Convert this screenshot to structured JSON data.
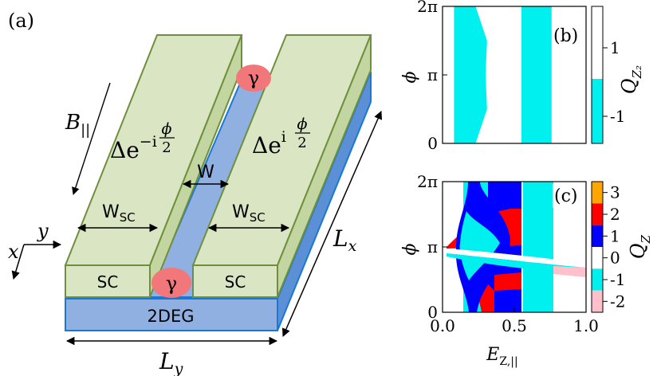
{
  "panel_a": {
    "label": "(a)",
    "gap_left": "Δe",
    "gap_left_exp": "−i",
    "gap_right": "Δe",
    "gap_right_exp": "i",
    "phase_num": "ϕ",
    "phase_den": "2",
    "field_main": "B",
    "field_sub": "||",
    "width_label": "W",
    "wsc_main": "W",
    "wsc_sub": "SC",
    "sc_label": "SC",
    "deg_label": "2DEG",
    "majorana": "γ",
    "lx_main": "L",
    "lx_sub": "x",
    "ly_main": "L",
    "ly_sub": "y",
    "axis_x": "x",
    "axis_y": "y"
  },
  "colors": {
    "sc_face": "#d9e5c3",
    "sc_edge": "#6f8f3c",
    "deg_face": "#8fb0e0",
    "deg_edge": "#1a78d4",
    "majorana": "#f2777a",
    "cyan": "#00f0f0",
    "red": "#ff0000",
    "blue": "#0000ff",
    "pink": "#ffc0cb",
    "orange": "#ffa500"
  },
  "chart_data": [
    {
      "type": "heatmap",
      "panel": "(b)",
      "ylabel": "ϕ",
      "ylim": [
        0,
        6.2832
      ],
      "yticks": [
        "0",
        "π",
        "2π"
      ],
      "colorbar_label_main": "Q",
      "colorbar_label_sub": "Z₂",
      "colorbar_ticks": [
        "1",
        "-1"
      ],
      "colorbar_values": [
        1,
        -1
      ],
      "colorbar_colors": [
        "#ffffff",
        "#00f0f0"
      ],
      "regions": [
        {
          "value": -1,
          "x_profile": [
            [
              0,
              0.08,
              0.23
            ],
            [
              1.5708,
              0.08,
              0.31
            ],
            [
              3.1416,
              0.08,
              0.3
            ],
            [
              4.7124,
              0.08,
              0.31
            ],
            [
              6.2832,
              0.08,
              0.23
            ]
          ]
        },
        {
          "value": -1,
          "x_profile": [
            [
              0,
              0.55,
              0.76
            ],
            [
              6.2832,
              0.55,
              0.76
            ]
          ]
        }
      ]
    },
    {
      "type": "heatmap",
      "panel": "(c)",
      "xlabel_main": "E",
      "xlabel_sub": "Z,||",
      "ylabel": "ϕ",
      "xlim": [
        0,
        1
      ],
      "xticks": [
        "0.0",
        "0.5",
        "1.0"
      ],
      "ylim": [
        0,
        6.2832
      ],
      "yticks": [
        "0",
        "π",
        "2π"
      ],
      "colorbar_label_main": "Q",
      "colorbar_label_sub": "Z",
      "colorbar_ticks": [
        "3",
        "2",
        "1",
        "0",
        "-1",
        "-2"
      ],
      "colorbar_values": [
        3,
        2,
        1,
        0,
        -1,
        -2
      ],
      "colorbar_colors": [
        "#ffa500",
        "#ff0000",
        "#0000ff",
        "#ffffff",
        "#00f0f0",
        "#ffc0cb"
      ]
    }
  ]
}
